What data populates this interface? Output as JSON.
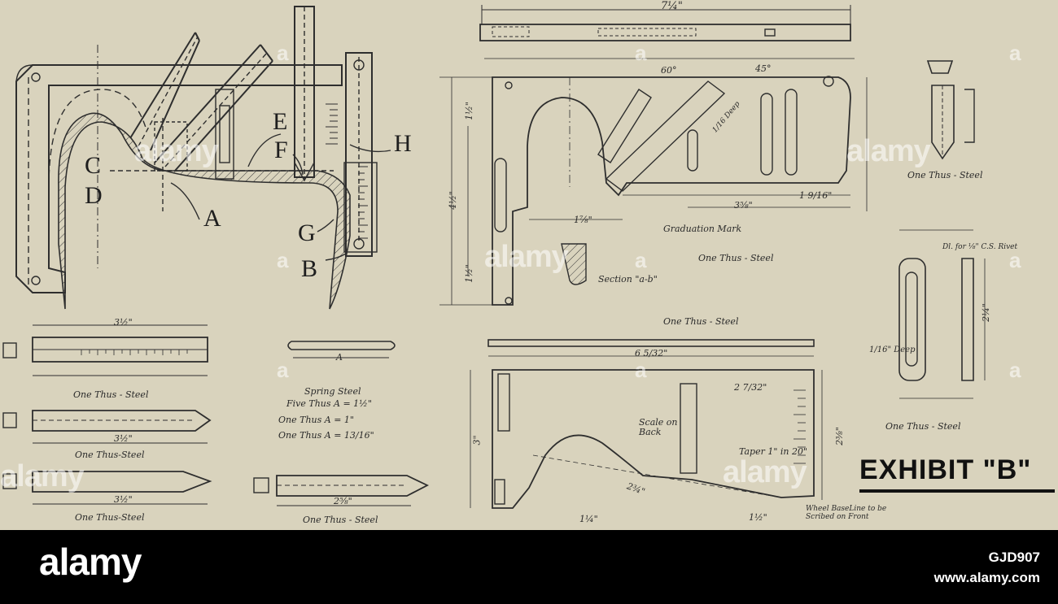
{
  "labels": {
    "A": "A",
    "B": "B",
    "C": "C",
    "D": "D",
    "E": "E",
    "F": "F",
    "G": "G",
    "H": "H"
  },
  "notes": {
    "rule_one": "One Thus - Steel",
    "rule_two": "One Thus-Steel",
    "rule_three": "One Thus-Steel",
    "spring_title": "Spring Steel",
    "spring_a": "A",
    "spring_1": "Five Thus  A = 1½\"",
    "spring_2": "One Thus  A = 1\"",
    "spring_3": "One Thus  A = 13/16\"",
    "blade_small": "One Thus - Steel",
    "graduation": "Graduation Mark",
    "plate_one": "One Thus - Steel",
    "section": "Section \"a-b\"",
    "lower_one": "One Thus - Steel",
    "scale_back": "Scale on Back",
    "taper": "Taper 1\" in 20\"",
    "wheel_baseline": "Wheel BaseLine to be Scribed on Front",
    "pin_one": "One Thus - Steel",
    "rivet": "Dl. for ⅛\" C.S. Rivet",
    "deep": "1/16\" Deep",
    "clip_one": "One Thus - Steel",
    "deep_slot": "1/16 Deep"
  },
  "dims": {
    "top_len": "7¼\"",
    "plate_w": "4½\"",
    "plate_h1": "1½\"",
    "plate_h2": "1½\"",
    "angle60": "60°",
    "angle45": "45°",
    "d_1_78": "1⅞\"",
    "d_3_58": "3⅝\"",
    "d_1_916": "1 9/16\"",
    "d_6_532": "6 5/32\"",
    "d_2_732": "2 7/32\"",
    "d_3": "3\"",
    "d_2_38": "2⅜\"",
    "d_2_34": "2¾\"",
    "d_1_14": "1¼\"",
    "rule_len1": "3½\"",
    "rule_len2": "3½\"",
    "rule_len3": "3½\"",
    "blade_len": "2⅝\"",
    "d_2_14": "2¼\"",
    "d_1_12": "1½\""
  },
  "exhibit": "EXHIBIT \"B\"",
  "footer": {
    "brand": "alamy",
    "image_id": "GJD907",
    "site": "www.alamy.com"
  },
  "watermarks": {
    "main": "alamy",
    "letter": "a"
  },
  "colors": {
    "paper": "#d9d3bd",
    "ink": "#2a2a2a",
    "footer": "#000000"
  }
}
